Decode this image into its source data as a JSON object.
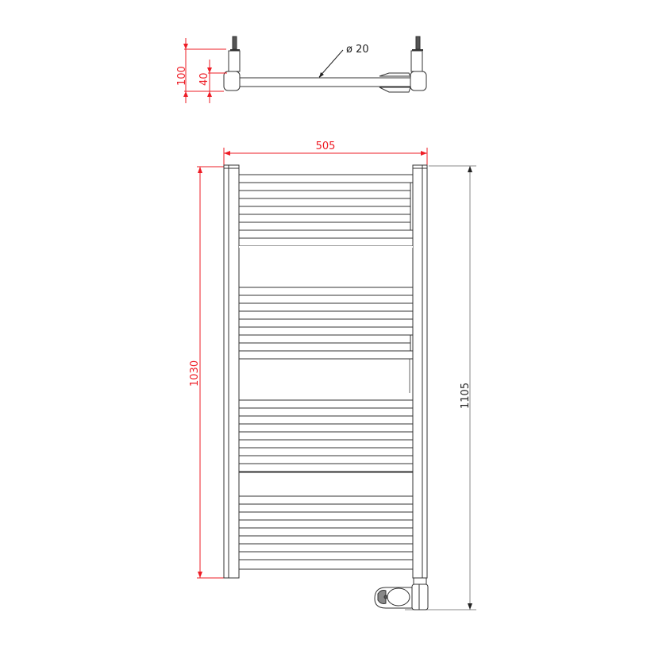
{
  "drawing": {
    "title": "Electric towel radiator technical drawing",
    "colors": {
      "dimension_red": "#ee1c25",
      "dimension_black": "#222222",
      "outline": "#333333",
      "fill_light": "#f5f5f5"
    },
    "top_view": {
      "pipe_diameter_label": "ø 20",
      "depth_label": "100",
      "rail_offset_label": "40"
    },
    "front_view": {
      "width_label": "505",
      "rail_height_label": "1030",
      "total_height_label": "1105",
      "bar_groups": 4,
      "bars_per_group": 10
    },
    "components": {
      "left_rail": "vertical-collector-left",
      "right_rail": "vertical-collector-right",
      "heating_element": "electric-heating-element-with-thermostat"
    }
  }
}
